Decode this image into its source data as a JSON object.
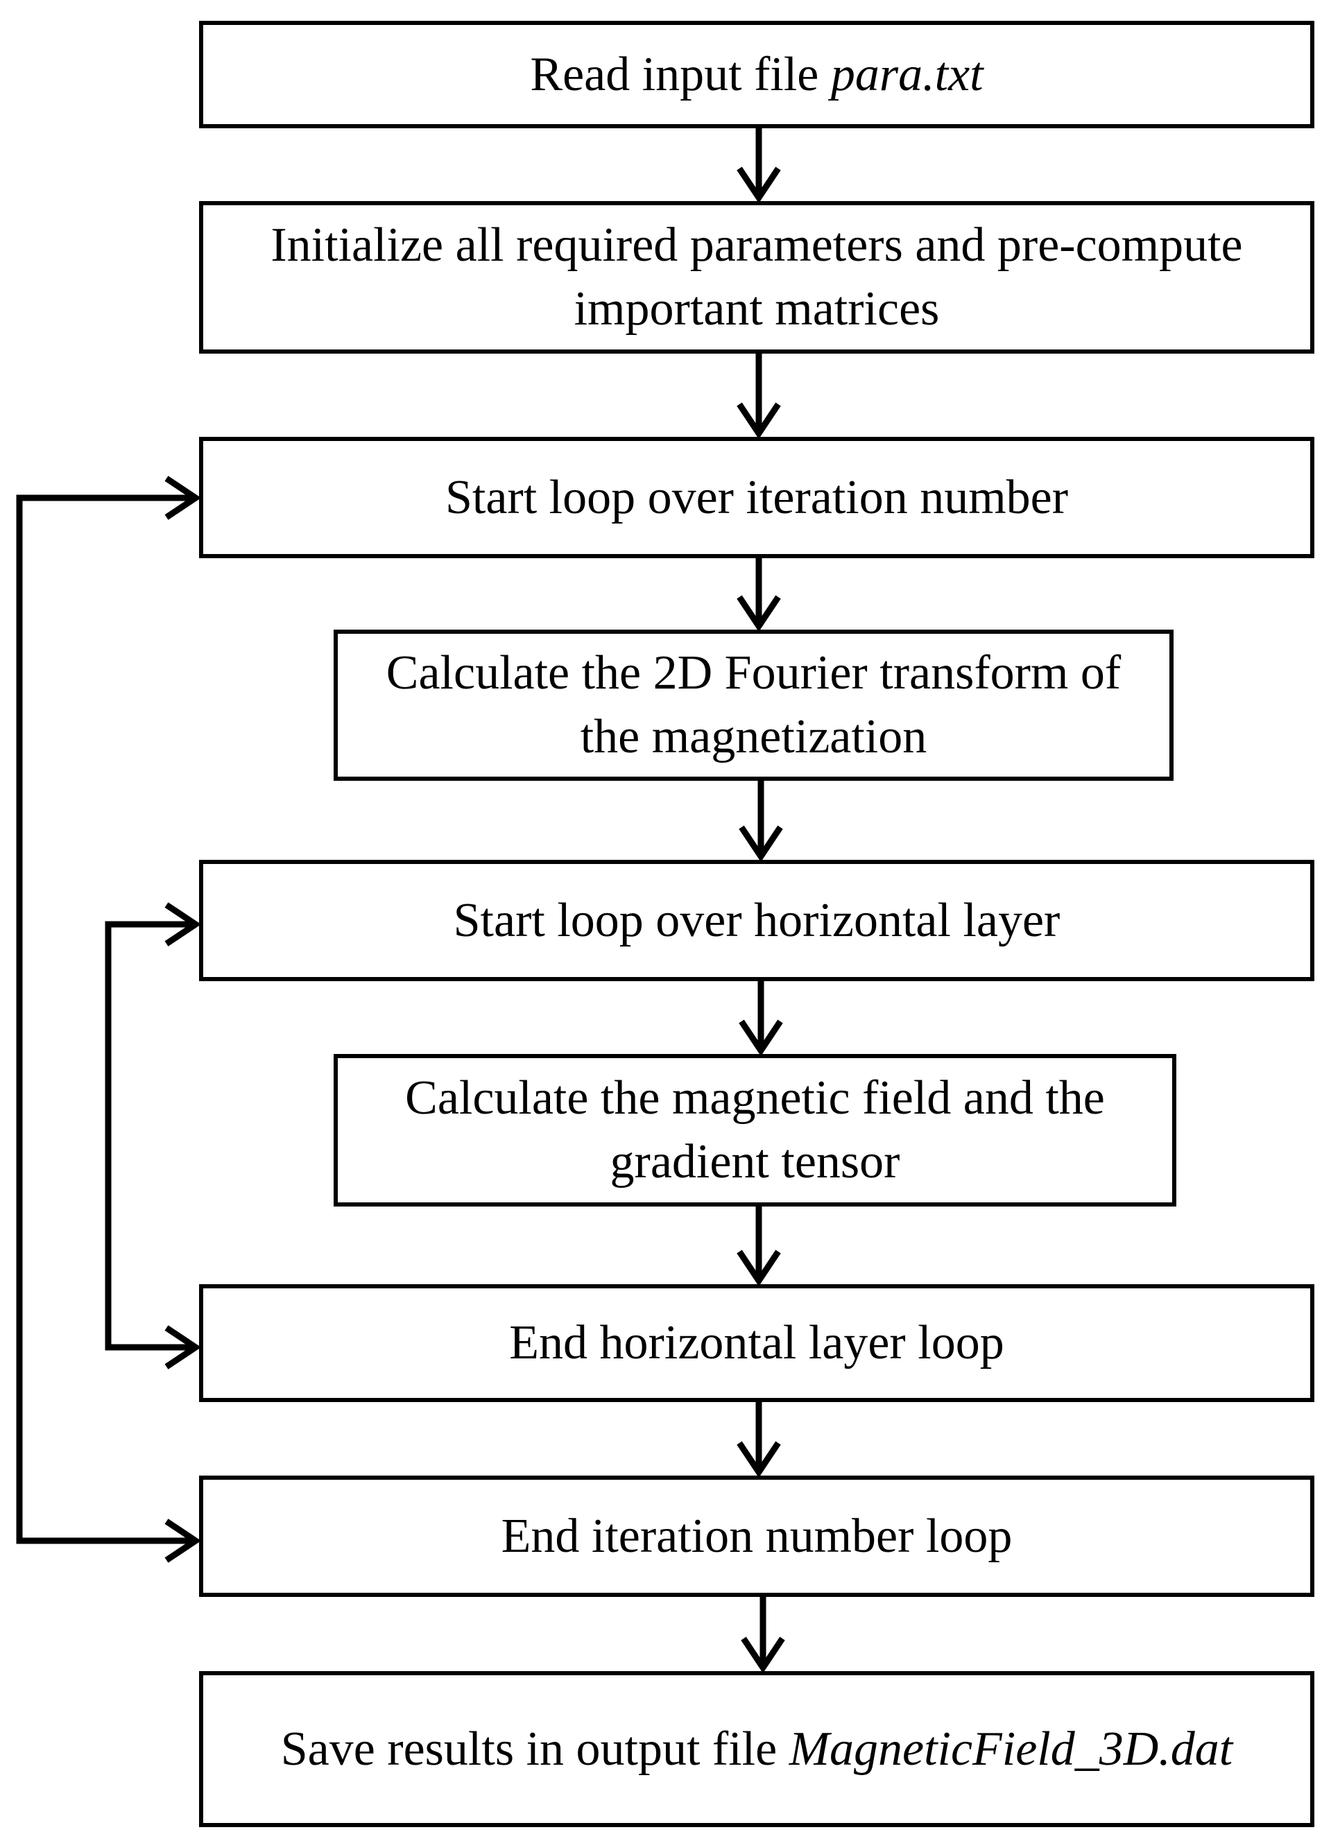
{
  "diagram": {
    "steps": [
      {
        "text": "Read input file ",
        "italic": "para.txt"
      },
      {
        "text": "Initialize all required parameters and pre-compute important matrices",
        "italic": ""
      },
      {
        "text": "Start loop over iteration number",
        "italic": ""
      },
      {
        "text": "Calculate the 2D Fourier transform of the magnetization",
        "italic": ""
      },
      {
        "text": "Start loop over horizontal layer",
        "italic": ""
      },
      {
        "text": "Calculate the magnetic field and the gradient tensor",
        "italic": ""
      },
      {
        "text": "End horizontal layer loop",
        "italic": ""
      },
      {
        "text": "End iteration number loop",
        "italic": ""
      },
      {
        "text": "Save results in output file ",
        "italic": "MagneticField_3D.dat"
      }
    ],
    "colors": {
      "stroke": "#000000",
      "fill": "#ffffff",
      "text": "#000000"
    }
  }
}
